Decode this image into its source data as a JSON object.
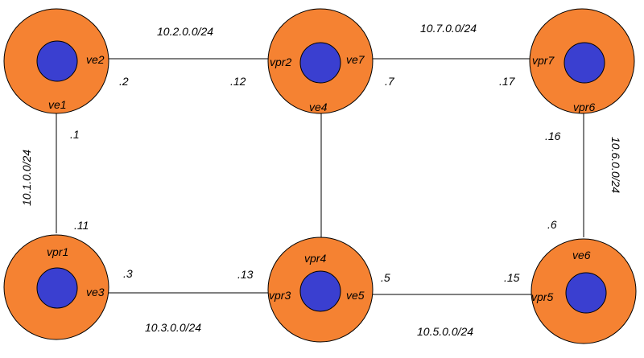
{
  "colors": {
    "outer": "#f58232",
    "inner": "#3a3fd0",
    "stroke": "#000000",
    "link": "#000000",
    "background": "#ffffff"
  },
  "nodes": [
    {
      "id": "n1",
      "labels": [
        "ve1",
        "ve2"
      ]
    },
    {
      "id": "n2",
      "labels": [
        "vpr2",
        "ve7",
        "ve4"
      ]
    },
    {
      "id": "n3",
      "labels": [
        "vpr7",
        "vpr6"
      ]
    },
    {
      "id": "n4",
      "labels": [
        "vpr1",
        "ve3"
      ]
    },
    {
      "id": "n5",
      "labels": [
        "vpr4",
        "vpr3",
        "ve5"
      ]
    },
    {
      "id": "n6",
      "labels": [
        "ve6",
        "vpr5"
      ]
    }
  ],
  "links": [
    {
      "network": "10.2.0.0/24",
      "ends": [
        ".2",
        ".12"
      ]
    },
    {
      "network": "10.7.0.0/24",
      "ends": [
        ".7",
        ".17"
      ]
    },
    {
      "network": "10.1.0.0/24",
      "ends": [
        ".1",
        ".11"
      ]
    },
    {
      "network": "10.6.0.0/24",
      "ends": [
        ".16",
        ".6"
      ]
    },
    {
      "network": "10.3.0.0/24",
      "ends": [
        ".3",
        ".13"
      ]
    },
    {
      "network": "10.5.0.0/24",
      "ends": [
        ".5",
        ".15"
      ]
    }
  ]
}
